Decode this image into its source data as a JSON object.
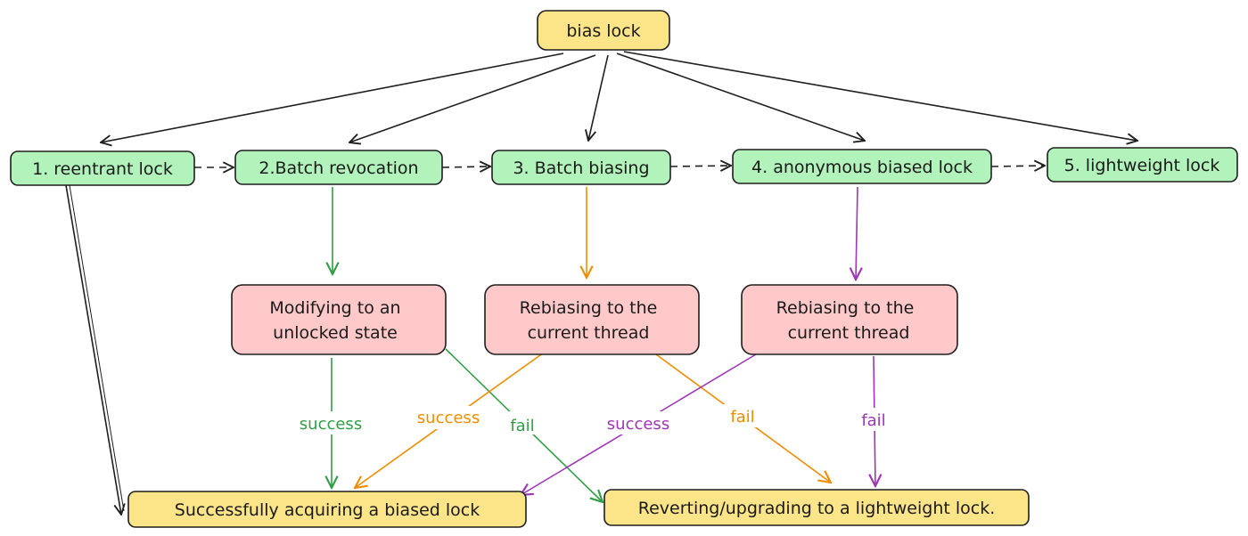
{
  "colors": {
    "yellow": "#fce588",
    "green": "#b2f2bb",
    "pink": "#ffc9c9",
    "stroke": "#1e1e1e",
    "edge_green": "#2f9e44",
    "edge_orange": "#f08c00",
    "edge_purple": "#9c36b5",
    "edge_black": "#1e1e1e"
  },
  "nodes": {
    "root": {
      "label": "bias lock"
    },
    "step1": {
      "label": "1. reentrant lock"
    },
    "step2": {
      "label": "2.Batch revocation"
    },
    "step3": {
      "label": "3. Batch biasing"
    },
    "step4": {
      "label": "4. anonymous biased lock"
    },
    "step5": {
      "label": "5. lightweight lock"
    },
    "action2": {
      "line1": "Modifying to an",
      "line2": "unlocked state"
    },
    "action3": {
      "line1": "Rebiasing to the",
      "line2": "current thread"
    },
    "action4": {
      "line1": "Rebiasing to the",
      "line2": "current thread"
    },
    "result_success": {
      "label": "Successfully acquiring a biased lock"
    },
    "result_fail": {
      "label": "Reverting/upgrading to a lightweight lock."
    }
  },
  "edge_labels": {
    "green_success": "success",
    "green_fail": "fail",
    "orange_success": "success",
    "orange_fail": "fail",
    "purple_success": "success",
    "purple_fail": "fail"
  }
}
